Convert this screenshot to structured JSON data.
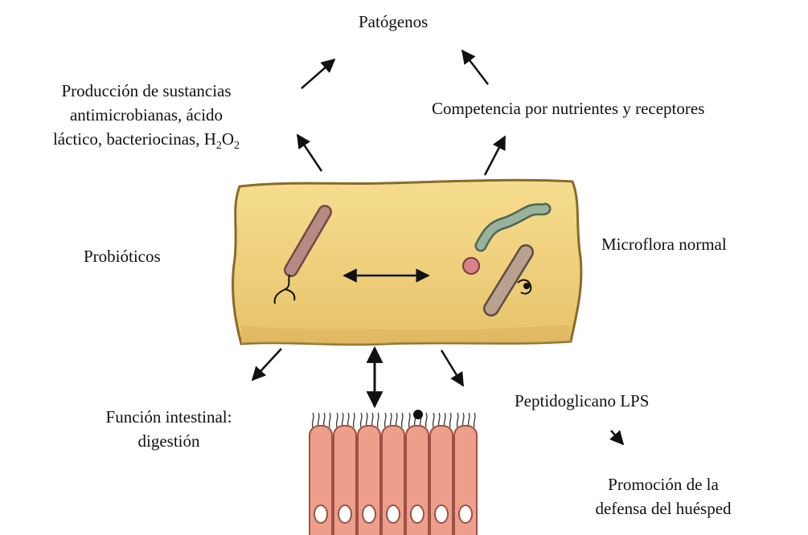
{
  "labels": {
    "pathogens": "Patógenos",
    "antimicrobial_line1": "Producción de sustancias",
    "antimicrobial_line2": "antimicrobianas, ácido",
    "antimicrobial_line3_main": "láctico, bacteriocinas, H",
    "antimicrobial_sub1": "2",
    "antimicrobial_mid": "O",
    "antimicrobial_sub2": "2",
    "competition": "Competencia por nutrientes y receptores",
    "probiotics": "Probióticos",
    "normal_microflora": "Microflora normal",
    "intestinal_function_line1": "Función intestinal:",
    "intestinal_function_line2": "digestión",
    "peptidoglycan": "Peptidoglicano LPS",
    "host_defense_line1": "Promoción de la",
    "host_defense_line2": "defensa del huésped"
  },
  "colors": {
    "cell_body": "#f1d37c",
    "cell_border": "#8a6a2a",
    "probiotic_rod": "#b88a84",
    "microflora_spiral": "#98b29c",
    "microflora_coccus": "#d9828a",
    "microflora_rod": "#b8a190",
    "epithelial_cell": "#ee9f8c",
    "epithelial_border": "#9c5244",
    "arrow": "#111111"
  }
}
